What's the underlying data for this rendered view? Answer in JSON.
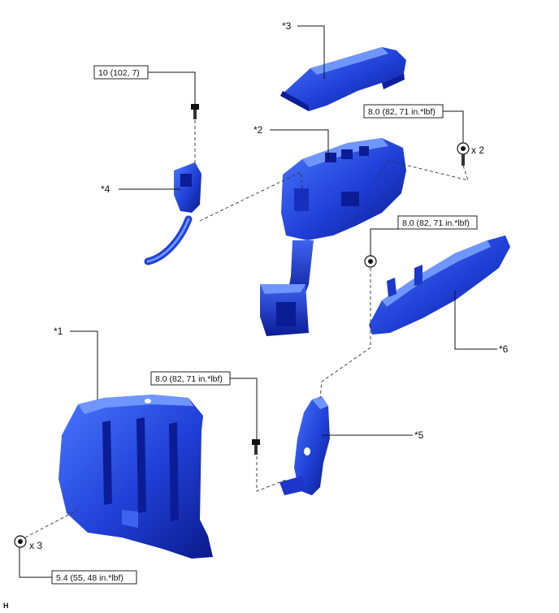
{
  "parts": {
    "p1": "*1",
    "p2": "*2",
    "p3": "*3",
    "p4": "*4",
    "p5": "*5",
    "p6": "*6"
  },
  "torques": {
    "t_part4": "10 (102, 7)",
    "t_part2": "8.0 (82, 71 in.*lbf)",
    "t_part6": "8.0 (82, 71 in.*lbf)",
    "t_part5": "8.0 (82, 71 in.*lbf)",
    "t_part1": "5.4 (55, 48 in.*lbf)"
  },
  "quantities": {
    "q_part2": "x 2",
    "q_part1": "x 3"
  },
  "footer": {
    "code": "H"
  },
  "colors": {
    "part_dark": "#0a1a8a",
    "part_mid": "#1f3fd6",
    "part_light": "#4a78ff",
    "line": "#111111"
  }
}
